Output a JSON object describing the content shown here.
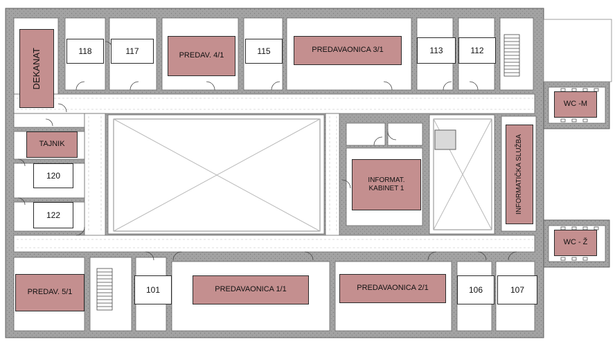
{
  "colors": {
    "wall": "#a3a3a3",
    "wall_edge": "#5f5f5f",
    "highlight": "#c48f8f",
    "plain": "#ffffff",
    "corridor_marker": "#cfcfcf"
  },
  "rooms": {
    "dekanat": "DEKANAT",
    "r118": "118",
    "r117": "117",
    "predav_4_1": "PREDAV. 4/1",
    "r115": "115",
    "predavaonica_3_1": "PREDAVAONICA 3/1",
    "r113": "113",
    "r112": "112",
    "wc_m": "WC -M",
    "tajnik": "TAJNIK",
    "r120": "120",
    "r122": "122",
    "informat_kabinet_line1": "INFORMAT.",
    "informat_kabinet_line2": "KABINET 1",
    "informaticka_sluzba": "INFORMATIČKA SLUŽBA",
    "wc_z": "WC - Ž",
    "predav_5_1": "PREDAV. 5/1",
    "r101": "101",
    "predavaonica_1_1": "PREDAVAONICA 1/1",
    "predavaonica_2_1": "PREDAVAONICA 2/1",
    "r106": "106",
    "r107": "107"
  }
}
